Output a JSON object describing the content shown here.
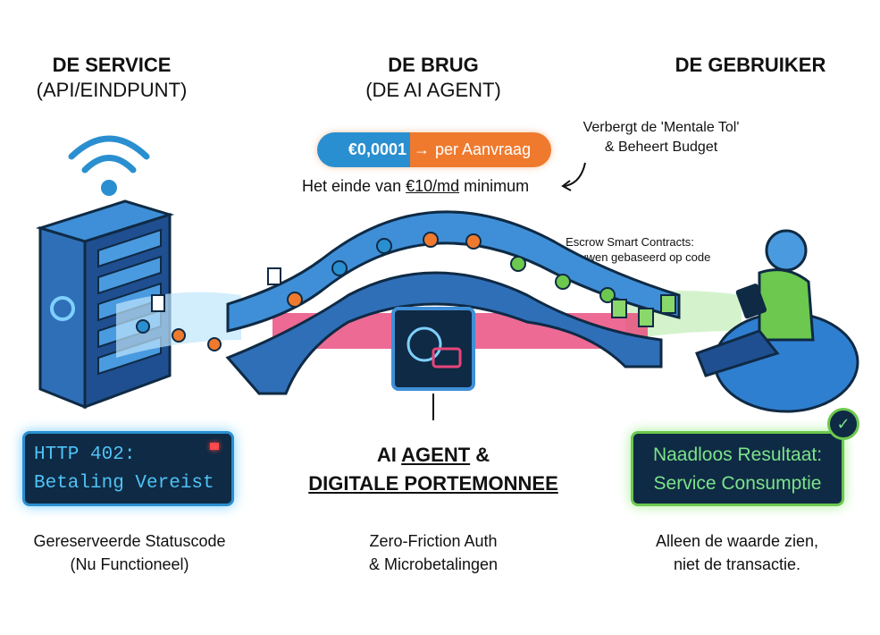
{
  "columns": [
    {
      "title": "DE SERVICE",
      "subtitle": "(API/EINDPUNT)"
    },
    {
      "title": "DE BRUG",
      "subtitle": "(DE AI AGENT)"
    },
    {
      "title": "DE GEBRUIKER",
      "subtitle": ""
    }
  ],
  "price_pill": {
    "amount": "€0,0001",
    "arrow": "→",
    "unit": "per Aanvraag"
  },
  "minimum_line": {
    "prefix": "Het einde van ",
    "underlined": "€10/md",
    "suffix": " minimum"
  },
  "annotation": {
    "line1": "Verbergt de 'Mentale Tol'",
    "line2": "& Beheert Budget"
  },
  "escrow": {
    "line1": "Escrow Smart Contracts:",
    "line2": "Vertrouwen gebaseerd op code"
  },
  "status_box": {
    "line1": "HTTP 402:",
    "line2": "Betaling Vereist",
    "color": "#4fc3f7"
  },
  "center_label": {
    "line1_a": "AI ",
    "line1_b": "AGENT",
    "line1_c": " &",
    "line2": "DIGITALE PORTEMONNEE"
  },
  "result_box": {
    "line1": "Naadloos Resultaat:",
    "line2": "Service Consumptie",
    "color": "#7be38a"
  },
  "captions": [
    {
      "line1": "Gereserveerde Statuscode",
      "line2": "(Nu Functioneel)"
    },
    {
      "line1": "Zero-Friction Auth",
      "line2": "& Microbetalingen"
    },
    {
      "line1": "Alleen de waarde zien,",
      "line2": "niet de transactie."
    }
  ],
  "colors": {
    "blue": "#2a8fd0",
    "orange": "#ef7a2e",
    "green": "#6cc84e",
    "navy": "#0f2a44",
    "pink": "#e8457a"
  }
}
